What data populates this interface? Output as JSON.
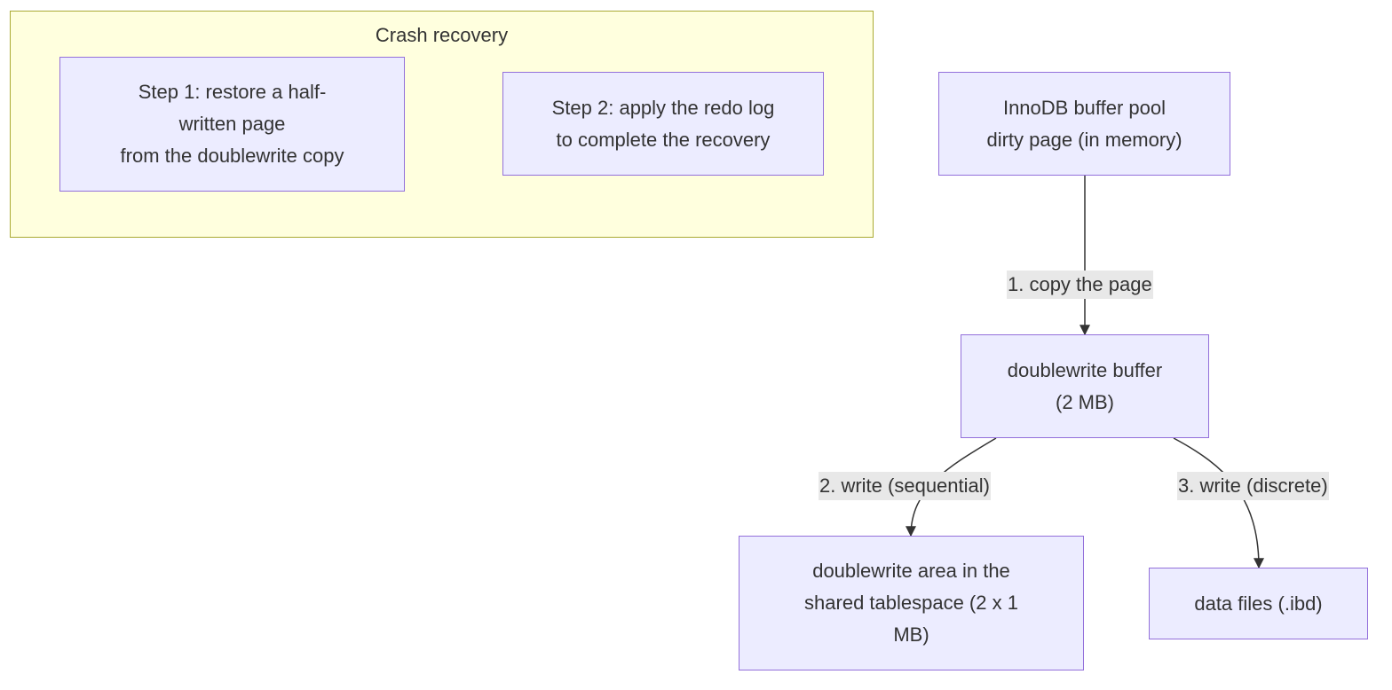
{
  "cluster": {
    "title": "Crash recovery"
  },
  "nodes": {
    "step1": {
      "lines": [
        "Step 1: restore a half-",
        "written page",
        "from the doublewrite copy"
      ]
    },
    "step2": {
      "lines": [
        "Step 2: apply the redo log",
        "to complete the recovery"
      ]
    },
    "buffer_pool": {
      "lines": [
        "InnoDB buffer pool",
        "dirty page (in memory)"
      ]
    },
    "dw_buffer": {
      "lines": [
        "doublewrite buffer",
        "(2 MB)"
      ]
    },
    "dw_area": {
      "lines": [
        "doublewrite area in the",
        "shared tablespace (2 x 1",
        "MB)"
      ]
    },
    "data_files": {
      "lines": [
        "data files (.ibd)"
      ]
    }
  },
  "edges": {
    "copy": {
      "label": "1. copy the page"
    },
    "write_seq": {
      "label": "2. write (sequential)"
    },
    "write_disc": {
      "label": "3. write (discrete)"
    }
  },
  "colors": {
    "node_fill": "#ececff",
    "node_border": "#9370db",
    "cluster_fill": "#ffffde",
    "cluster_border": "#aaaa33",
    "edge": "#333333",
    "edge_label_bg": "#e8e8e8"
  }
}
